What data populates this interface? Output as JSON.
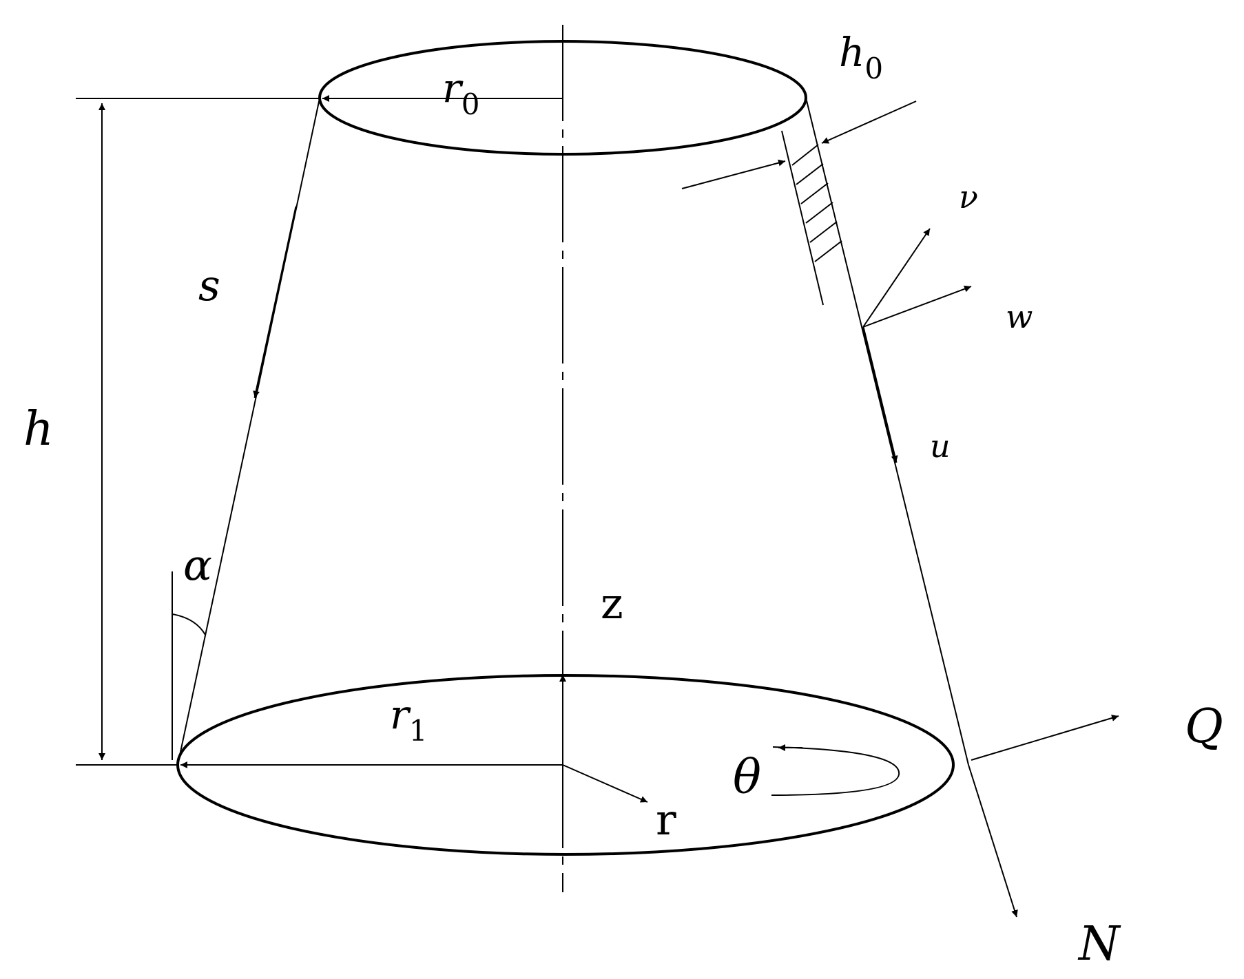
{
  "labels": {
    "r0": {
      "main": "r",
      "sub": "0"
    },
    "h0": {
      "main": "h",
      "sub": "0"
    },
    "r1": {
      "main": "r",
      "sub": "1"
    },
    "s": "s",
    "h": "h",
    "alpha": "α",
    "z": "z",
    "r": "r",
    "theta": "θ",
    "v": "ν",
    "w": "w",
    "u": "u",
    "Q": "Q",
    "N": "N"
  },
  "colors": {
    "ink": "#000000",
    "background": "#ffffff"
  }
}
